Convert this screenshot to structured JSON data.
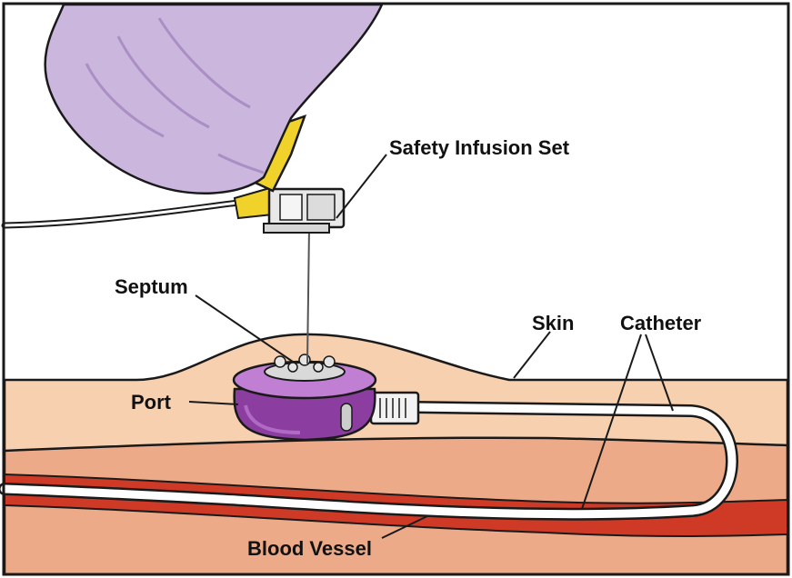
{
  "labels": {
    "safety_infusion_set": "Safety Infusion Set",
    "septum": "Septum",
    "skin": "Skin",
    "catheter": "Catheter",
    "port": "Port",
    "blood_vessel": "Blood Vessel"
  },
  "colors": {
    "background": "#ffffff",
    "glove": "#cbb6de",
    "glove_shadow": "#a98fc4",
    "skin_upper": "#f7d0b0",
    "skin_lower": "#ecaa88",
    "blood_vessel": "#cf3a26",
    "port_body": "#8b3da0",
    "port_top": "#c07fd2",
    "clip": "#f1d22a",
    "device": "#e8e8e8",
    "catheter": "#ffffff",
    "outline": "#1a1a1a"
  }
}
